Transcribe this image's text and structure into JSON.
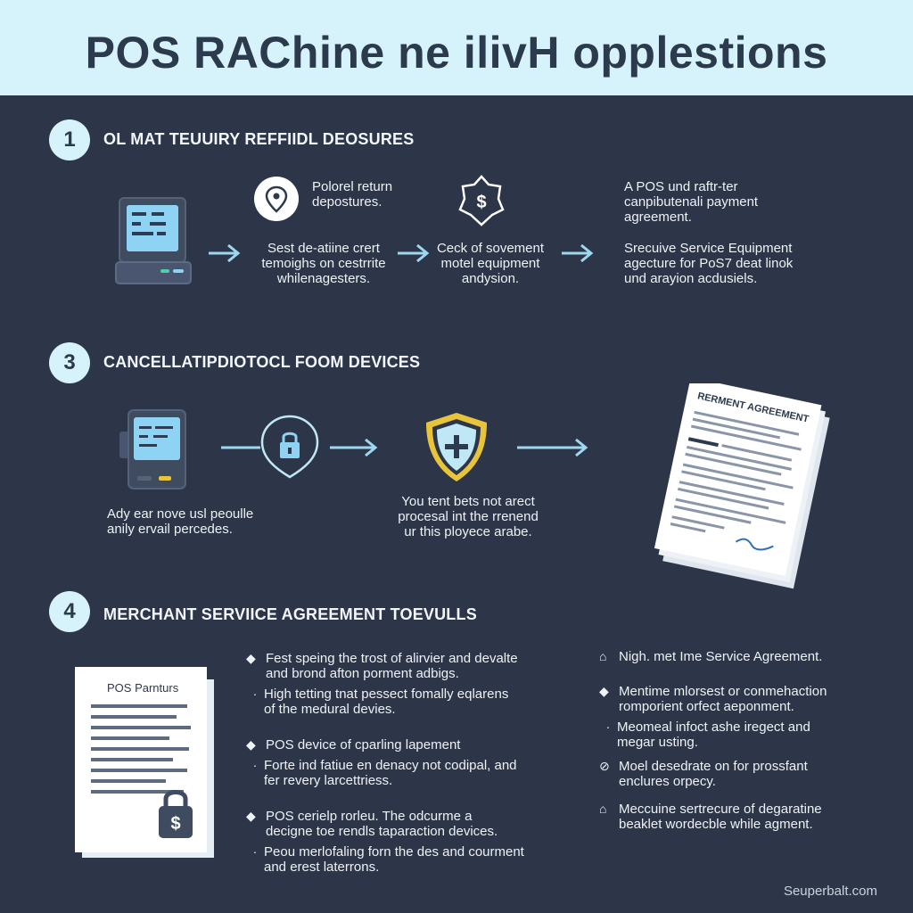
{
  "header": {
    "title": "POS RAChine ne ilivH opplestions"
  },
  "section1": {
    "number": "1",
    "title": "OL MAT TEUUIRY REFFIIDL DEOSURES",
    "col1": "Sest de-atiine crert\ntemoighs on cestrrite\nwhilenagesters.",
    "col2_top": "Polorel return\ndepostures.",
    "col2": "Ceck of sovement\nmotel equipment\nandysion.",
    "col3_top": "A POS und raftr-ter\ncanpibutenali payment\nagreement.",
    "col3": "Srecuive Service Equipment\nagecture for PoS7 deat linok\nund arayion acdusiels."
  },
  "section2": {
    "number": "3",
    "title": "CANCELLATIPDIOTOCL FOOM DEVICES",
    "left": "Ady ear nove usl peoulle\nanily ervail percedes.",
    "middle": "You tent bets not arect\nprocesal int the rrenend\nur this ployece arabe.",
    "doc_title": "RERMENT AGREEMENT"
  },
  "section3": {
    "number": "4",
    "title": "MERCHANT SERVIICE AGREEMENT TOEVULLS",
    "doc_title": "POS Parnturs",
    "left_items": [
      {
        "main": "Fest speing the trost of alirvier and devalte\nand brond afton porment adbigs.",
        "sub": "High tetting tnat pessect fomally eqlarens\nof the medural devies."
      },
      {
        "main": "POS device of cparling lapement",
        "sub": "Forte ind fatiue en denacy not codipal, and\nfer revery larcettriess."
      },
      {
        "main": "POS cerielp rorleu. The odcurme a\ndecigne toe rendls taparaction devices.",
        "sub": "Peou merlofaling forn the des and courment\nand erest laterrons."
      }
    ],
    "right_items": [
      {
        "main": "Nigh. met Ime Service Agreement.",
        "sub": ""
      },
      {
        "main": "Mentime mlorsest or conmehaction\nromporient orfect aeponment.",
        "sub": "Meomeal infoct ashe iregect and\nmegar usting."
      },
      {
        "main": "Moel desedrate on for prossfant\nenclures orpecy.",
        "sub": ""
      },
      {
        "main": "Meccuine sertrecure of degaratine\nbeaklet wordecble while agment.",
        "sub": ""
      }
    ]
  },
  "footer": {
    "text": "Seuperbalt.com"
  },
  "colors": {
    "background": "#2c3648",
    "header": "#d6f2fb",
    "accent": "#9fd8ee",
    "gold": "#e8c43a",
    "title_text": "#2b3a4c"
  },
  "icons": [
    "pos-terminal-icon",
    "location-pin-icon",
    "dollar-shield-icon",
    "padlock-shield-icon",
    "plus-shield-icon",
    "agreement-document-icon",
    "dollar-lock-icon",
    "diamond-bullet-icon",
    "dot-bullet-icon",
    "building-icon",
    "check-circle-icon"
  ]
}
